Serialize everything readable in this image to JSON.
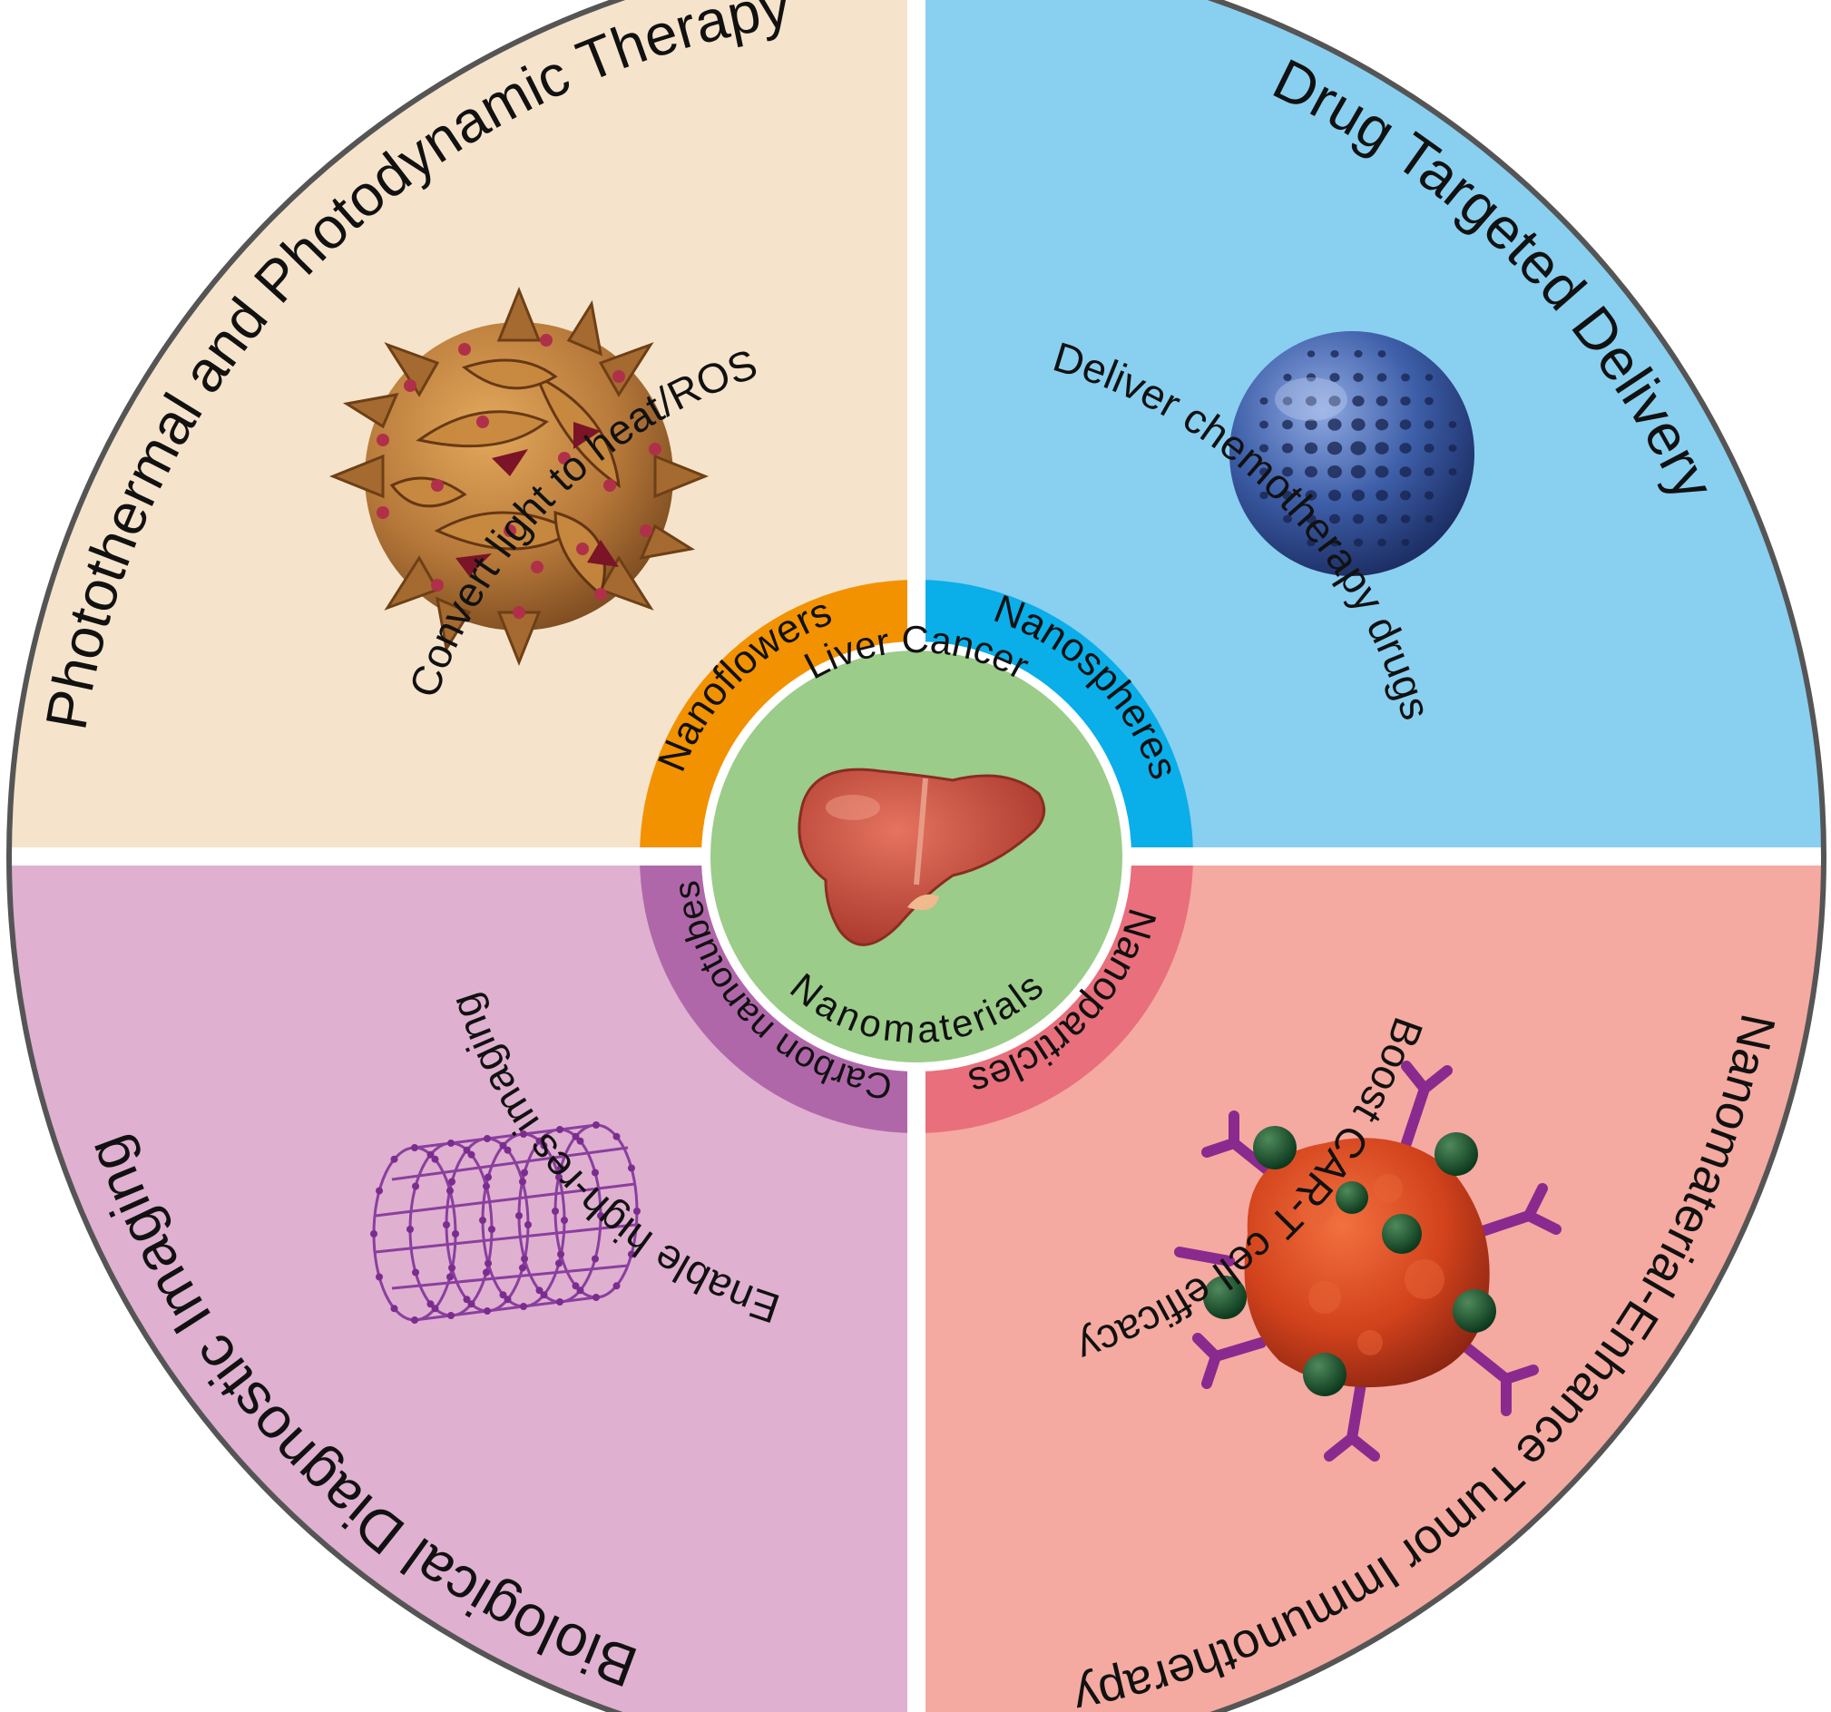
{
  "center": {
    "top_label": "Liver Cancer",
    "bottom_label": "Nanomaterials",
    "icon": "liver-icon"
  },
  "quadrants": {
    "top_left": {
      "title": "Photothermal and Photodynamic Therapy",
      "subtitle": "Convert light to heat/ROS",
      "ring_label": "Nanoflowers",
      "icon": "nanoflower-icon",
      "bg": "#f5e4cb",
      "ring": "#f29200"
    },
    "top_right": {
      "title": "Drug Targeted Delivery",
      "subtitle": "Deliver chemotherapy drugs",
      "ring_label": "Nanospheres",
      "icon": "nanosphere-icon",
      "bg": "#89cff0",
      "ring": "#0aaee8"
    },
    "bottom_left": {
      "title": "Biological Diagnostic Imaging",
      "subtitle": "Enable high-res imaging",
      "ring_label": "Carbon nanotubes",
      "icon": "carbon-nanotube-icon",
      "bg": "#dfb0d0",
      "ring": "#b067aa"
    },
    "bottom_right": {
      "title": "Nanomaterial-Enhance  Tumor Immunotherapy",
      "subtitle": "Boost CAR-T cell efficacy",
      "ring_label": "Nanoparticles",
      "icon": "nanoparticle-icon",
      "bg": "#f4aaa0",
      "ring": "#e96f7c"
    }
  },
  "colors": {
    "center_fill": "#9bcc89",
    "border": "#555555",
    "liver": "#c64b3d"
  }
}
